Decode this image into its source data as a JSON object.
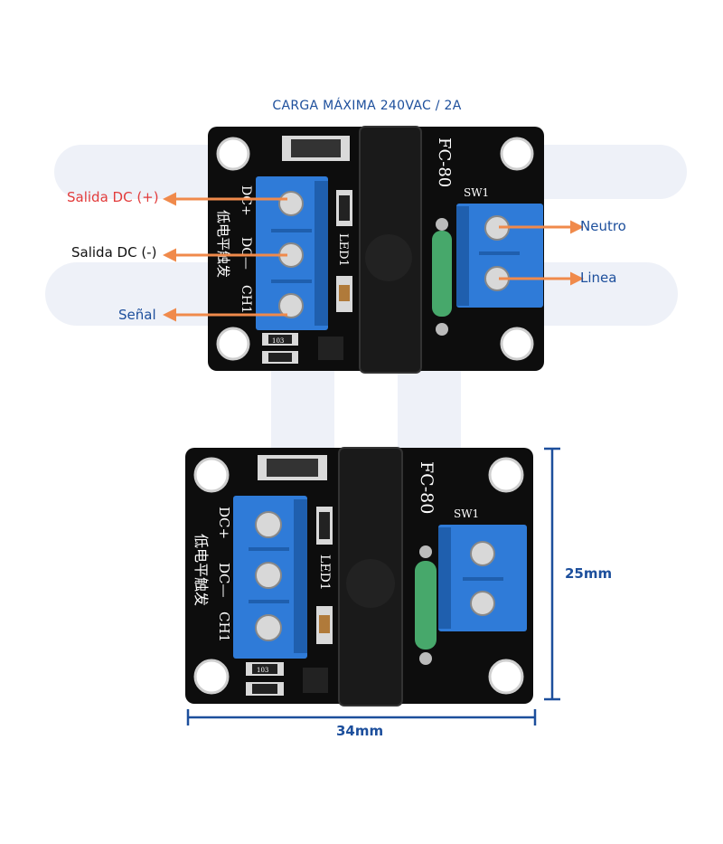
{
  "title": "CARGA MÁXIMA 240VAC / 2A",
  "labels": {
    "salida_dc_pos": "Salida DC (+)",
    "salida_dc_neg": "Salida DC (-)",
    "senal": "Señal",
    "neutro": "Neutro",
    "linea": "Linea"
  },
  "dimensions": {
    "width": "34mm",
    "height": "25mm"
  },
  "board_silkscreen": {
    "dc_plus": "DC+",
    "dc_minus": "DC—",
    "ch1": "CH1",
    "chinese": "低电平触发",
    "led": "LED1",
    "model": "FC-80",
    "sw": "SW1",
    "resistor": "103"
  },
  "colors": {
    "accent_blue": "#1d4f9c",
    "arrow_orange": "#f08a4b",
    "label_red": "#e23b3b",
    "terminal_blue": "#2f7bd8",
    "pcb_black": "#0d0d0d"
  }
}
